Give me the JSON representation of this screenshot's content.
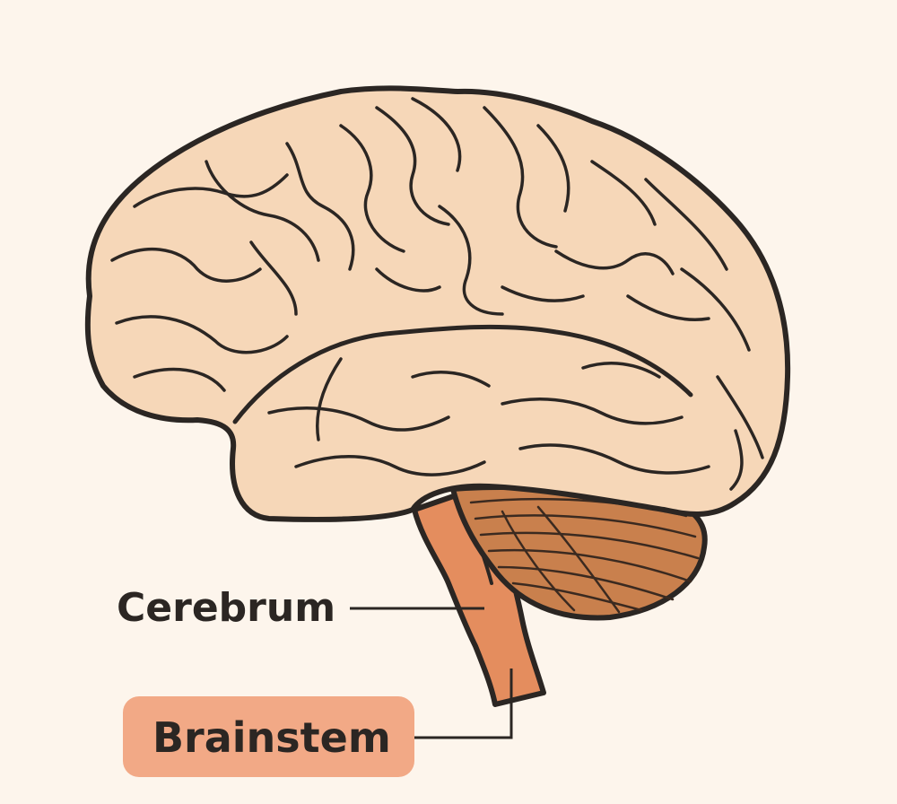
{
  "diagram": {
    "labels": {
      "cerebrum": "Cerebrum",
      "brainstem": "Brainstem"
    },
    "highlighted_label": "brainstem"
  },
  "colors": {
    "background": "#fdf5ec",
    "cerebrum_fill": "#f6d7b8",
    "cerebellum_fill": "#c9804d",
    "brainstem_fill": "#e48d5e",
    "outline": "#2b2623",
    "brainstem_tag_fill": "#f2a986"
  }
}
